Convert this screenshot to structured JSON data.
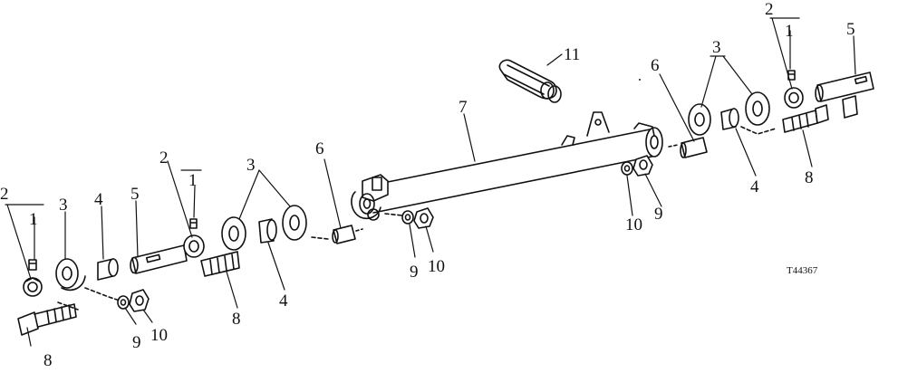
{
  "figure": {
    "image_code": "T44367"
  },
  "callouts": {
    "n1": "1",
    "n2": "2",
    "n3": "3",
    "n4": "4",
    "n5": "5",
    "n6": "6",
    "n7": "7",
    "n8": "8",
    "n9": "9",
    "n10": "10",
    "n11": "11"
  }
}
